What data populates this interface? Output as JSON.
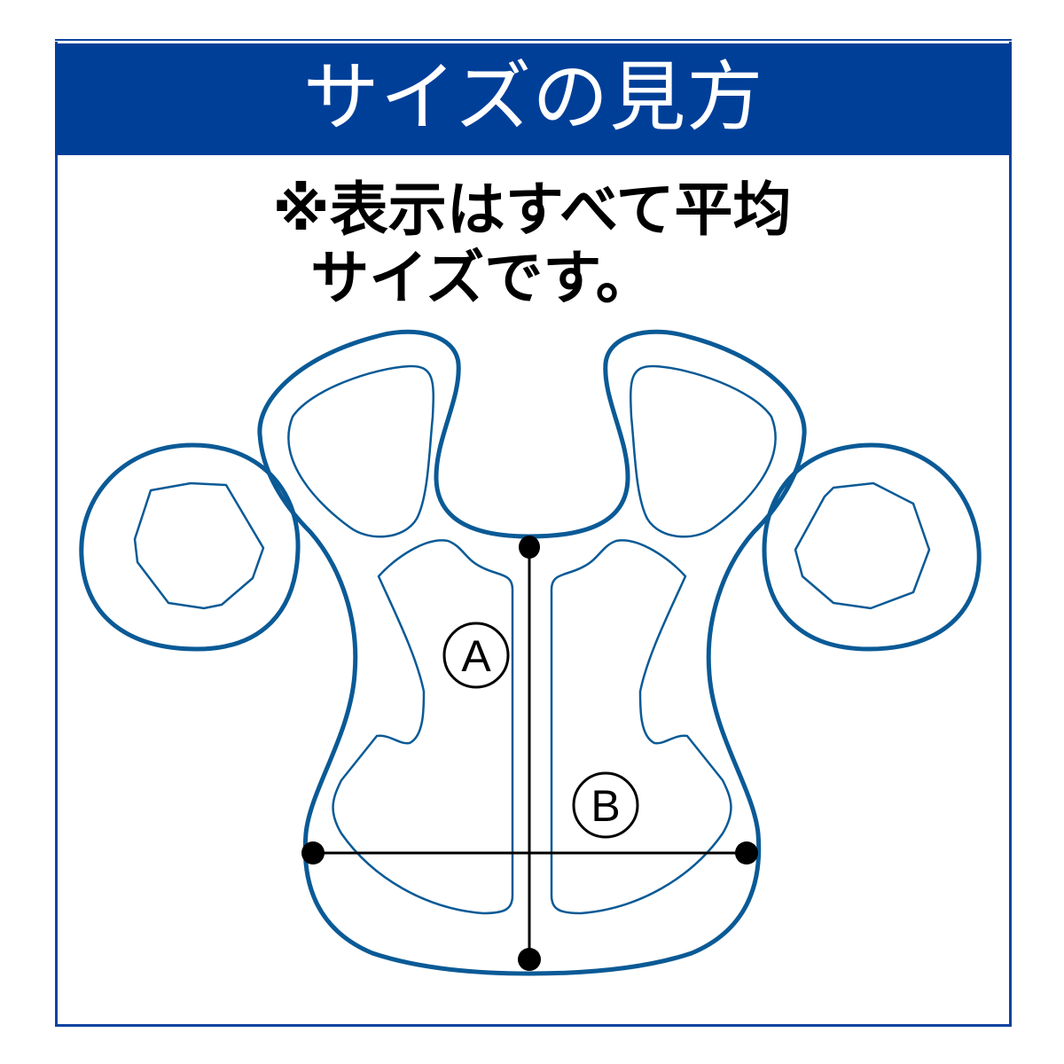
{
  "header": {
    "title": "サイズの見方",
    "background": "#003f98",
    "text_color": "#ffffff"
  },
  "note": {
    "line1": "※表示はすべて平均",
    "line2": "サイズです。"
  },
  "diagram": {
    "subject": "chest-protector-outline",
    "outline_color": "#0a5a96",
    "measurements": [
      {
        "label": "A",
        "description": "vertical length from neck to bottom hem"
      },
      {
        "label": "B",
        "description": "horizontal width across lower body"
      }
    ]
  },
  "colors": {
    "frame": "#0b44a0",
    "measure_line": "#000000"
  }
}
